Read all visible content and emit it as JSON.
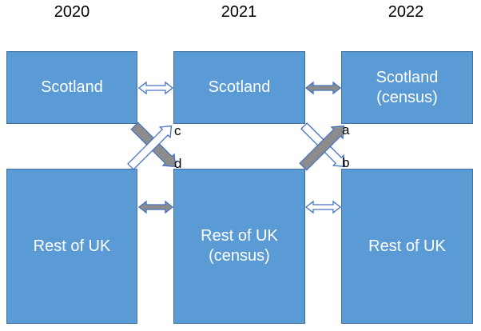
{
  "years": [
    "2020",
    "2021",
    "2022"
  ],
  "boxes": {
    "scotland_2020": {
      "line1": "Scotland",
      "line2": ""
    },
    "scotland_2021": {
      "line1": "Scotland",
      "line2": ""
    },
    "scotland_2022": {
      "line1": "Scotland",
      "line2": "(census)"
    },
    "ruk_2020": {
      "line1": "Rest of UK",
      "line2": ""
    },
    "ruk_2021": {
      "line1": "Rest of UK",
      "line2": "(census)"
    },
    "ruk_2022": {
      "line1": "Rest of UK",
      "line2": ""
    }
  },
  "arrow_labels": {
    "a": "a",
    "b": "b",
    "c": "c",
    "d": "d"
  },
  "colors": {
    "box_fill": "#5b9bd5",
    "box_border": "#41719c",
    "solid_arrow_fill": "#8c8c8c",
    "outline_arrow_stroke": "#4472c4"
  }
}
